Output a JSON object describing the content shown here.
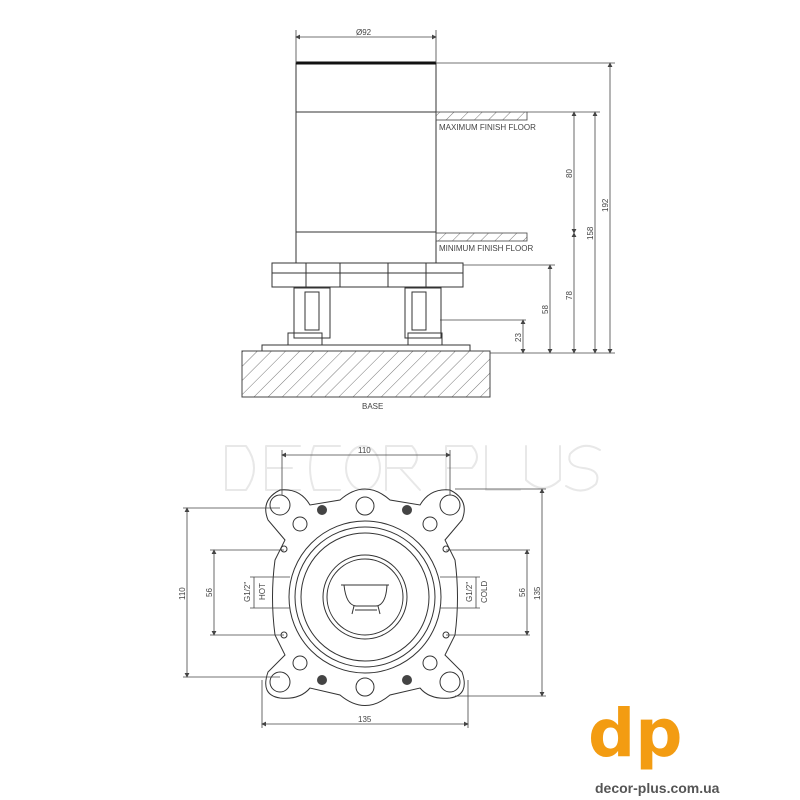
{
  "side_view": {
    "diameter_label": "Ø92",
    "max_floor_label": "MAXIMUM FINISH FLOOR",
    "min_floor_label": "MINIMUM FINISH FLOOR",
    "base_label": "BASE",
    "dims": {
      "d192": "192",
      "d158": "158",
      "d80": "80",
      "d78": "78",
      "d58": "58",
      "d23": "23"
    }
  },
  "top_view": {
    "dims": {
      "top_110": "110",
      "left_110": "110",
      "left_56": "56",
      "right_56": "56",
      "right_135": "135",
      "bottom_135": "135"
    },
    "hot_thread": "G1/2\"",
    "hot_label": "HOT",
    "cold_thread": "G1/2\"",
    "cold_label": "COLD"
  },
  "watermark": "DECOR PLUS",
  "logo": {
    "mark": "dp",
    "url": "decor-plus.com.ua",
    "color": "#f39c12"
  }
}
